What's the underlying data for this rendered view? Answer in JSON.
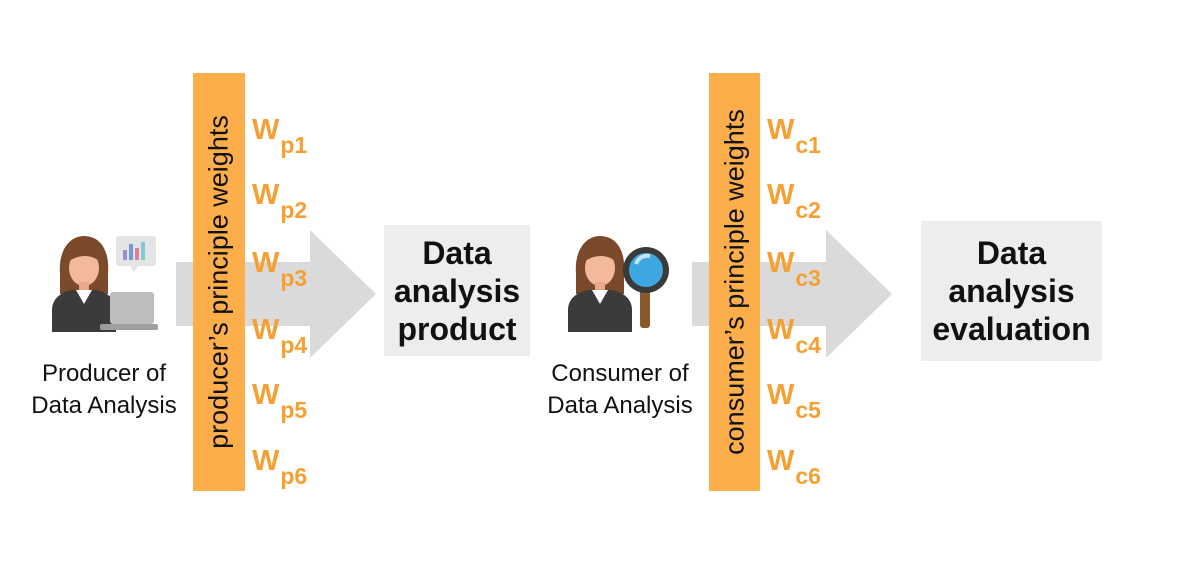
{
  "producer": {
    "caption_line1": "Producer of",
    "caption_line2": "Data Analysis"
  },
  "consumer": {
    "caption_line1": "Consumer of",
    "caption_line2": "Data Analysis"
  },
  "producer_bar": {
    "label": "producer’s principle weights",
    "weights": [
      {
        "base": "W",
        "sub": "p1"
      },
      {
        "base": "W",
        "sub": "p2"
      },
      {
        "base": "W",
        "sub": "p3"
      },
      {
        "base": "W",
        "sub": "p4"
      },
      {
        "base": "W",
        "sub": "p5"
      },
      {
        "base": "W",
        "sub": "p6"
      }
    ]
  },
  "consumer_bar": {
    "label": "consumer’s principle weights",
    "weights": [
      {
        "base": "W",
        "sub": "c1"
      },
      {
        "base": "W",
        "sub": "c2"
      },
      {
        "base": "W",
        "sub": "c3"
      },
      {
        "base": "W",
        "sub": "c4"
      },
      {
        "base": "W",
        "sub": "c5"
      },
      {
        "base": "W",
        "sub": "c6"
      }
    ]
  },
  "product_box": {
    "line1": "Data",
    "line2": "analysis",
    "line3": "product"
  },
  "evaluation_box": {
    "line1": "Data",
    "line2": "analysis",
    "line3": "evaluation"
  },
  "colors": {
    "accent_orange": "#FBAE4A",
    "weight_text": "#F5A033",
    "arrow_gray": "#DADADA",
    "box_gray": "#EDEDED"
  }
}
